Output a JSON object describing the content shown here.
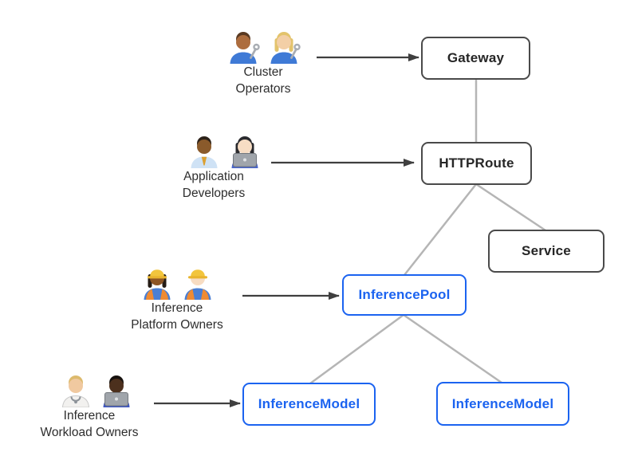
{
  "diagram": {
    "personas": [
      {
        "id": "cluster-operators",
        "label_lines": [
          "Cluster",
          "Operators"
        ],
        "emoji": "👨🏽‍🔧👩🏼‍🔧",
        "people": [
          {
            "icon_name": "man-mechanic-icon",
            "skin": "#ad6d3e",
            "hair": "#5a3a22",
            "hairstyle": "short",
            "shirt": "#3f7ad6",
            "accessories": [
              "wrench"
            ]
          },
          {
            "icon_name": "woman-mechanic-icon",
            "skin": "#f3cfa6",
            "hair": "#e3c36b",
            "hairstyle": "long",
            "shirt": "#3f7ad6",
            "accessories": [
              "wrench"
            ]
          }
        ]
      },
      {
        "id": "application-developers",
        "label_lines": [
          "Application",
          "Developers"
        ],
        "emoji": "👨🏾‍💼👩🏻‍💻",
        "people": [
          {
            "icon_name": "man-office-worker-icon",
            "skin": "#8a5a2b",
            "hair": "#2c2118",
            "hairstyle": "short",
            "shirt": "#cfe2f5",
            "accessories": [
              "tie"
            ]
          },
          {
            "icon_name": "woman-technologist-icon",
            "skin": "#f7ddc4",
            "hair": "#2a2a2e",
            "hairstyle": "long",
            "shirt": "#4a66c9",
            "accessories": [
              "laptop"
            ]
          }
        ]
      },
      {
        "id": "inference-platform-owners",
        "label_lines": [
          "Inference",
          "Platform Owners"
        ],
        "emoji": "👷🏾‍♀️👷🏻‍♂️",
        "people": [
          {
            "icon_name": "woman-construction-worker-icon",
            "skin": "#8d5524",
            "hair": "#241b14",
            "hairstyle": "long",
            "shirt": "#4a7fd4",
            "accessories": [
              "hardhat",
              "vest"
            ]
          },
          {
            "icon_name": "man-construction-worker-icon",
            "skin": "#f7dcc2",
            "hair": "#b98e4a",
            "hairstyle": "none",
            "shirt": "#4a7fd4",
            "accessories": [
              "hardhat",
              "vest"
            ]
          }
        ]
      },
      {
        "id": "inference-workload-owners",
        "label_lines": [
          "Inference",
          "Workload Owners"
        ],
        "emoji": "🧑🏼‍⚕️👨🏿‍💻",
        "people": [
          {
            "icon_name": "health-worker-icon",
            "skin": "#f0c9a0",
            "hair": "#ddba6d",
            "hairstyle": "short",
            "shirt": "#f2f1ef",
            "shirt_stroke": "#c9c9c9",
            "accessories": [
              "stethoscope"
            ]
          },
          {
            "icon_name": "man-technologist-icon",
            "skin": "#4c301d",
            "hair": "#17120e",
            "hairstyle": "short",
            "shirt": "#3f57c0",
            "accessories": [
              "laptop"
            ]
          }
        ]
      }
    ],
    "nodes": [
      {
        "id": "gateway",
        "label": "Gateway",
        "style": "dark"
      },
      {
        "id": "httproute",
        "label": "HTTPRoute",
        "style": "dark"
      },
      {
        "id": "service",
        "label": "Service",
        "style": "dark"
      },
      {
        "id": "inferencepool",
        "label": "InferencePool",
        "style": "blue"
      },
      {
        "id": "inferencemodel-1",
        "label": "InferenceModel",
        "style": "blue"
      },
      {
        "id": "inferencemodel-2",
        "label": "InferenceModel",
        "style": "blue"
      }
    ],
    "edges": [
      {
        "from": "gateway",
        "to": "httproute"
      },
      {
        "from": "httproute",
        "to": "inferencepool"
      },
      {
        "from": "httproute",
        "to": "service"
      },
      {
        "from": "inferencepool",
        "to": "inferencemodel-1"
      },
      {
        "from": "inferencepool",
        "to": "inferencemodel-2"
      },
      {
        "from": "cluster-operators",
        "to": "gateway",
        "type": "arrow"
      },
      {
        "from": "application-developers",
        "to": "httproute",
        "type": "arrow"
      },
      {
        "from": "inference-platform-owners",
        "to": "inferencepool",
        "type": "arrow"
      },
      {
        "from": "inference-workload-owners",
        "to": "inferencemodel-1",
        "type": "arrow"
      }
    ],
    "colors": {
      "node_border_dark": "#4a4a4a",
      "node_text_dark": "#262626",
      "node_accent_blue": "#1b63f0",
      "edge_gray": "#b5b5b5",
      "arrow_dark": "#3f3f3f",
      "label_text": "#2e2e2e",
      "background": "#ffffff"
    }
  }
}
